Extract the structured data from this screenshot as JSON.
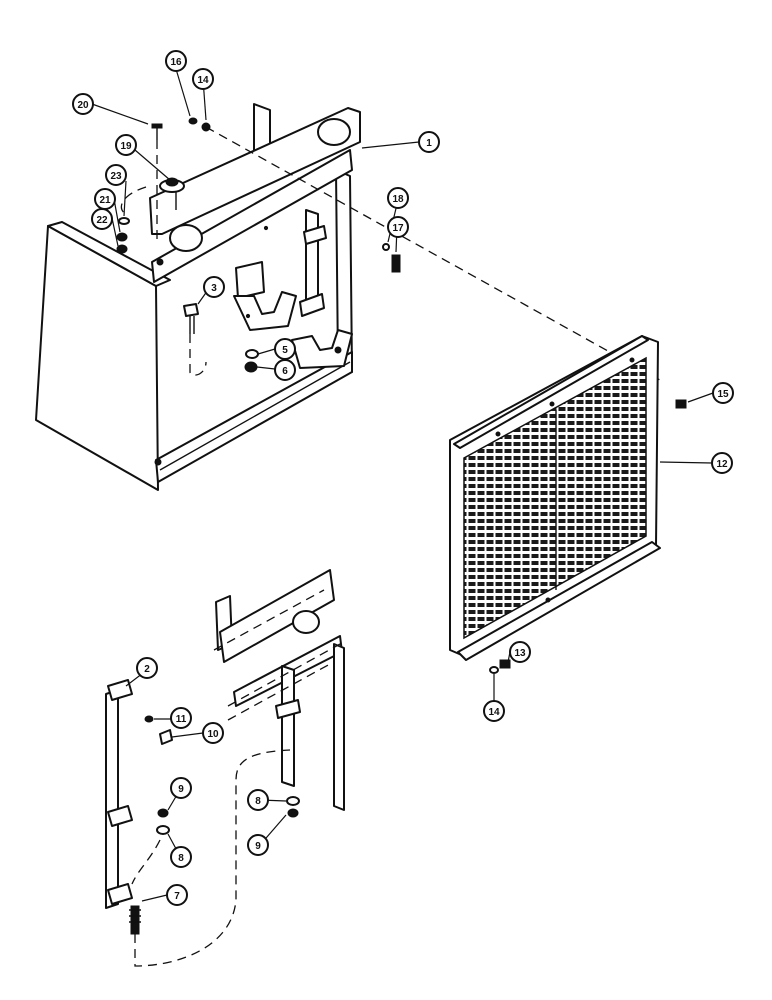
{
  "callouts": [
    {
      "id": "c1",
      "label": "1"
    },
    {
      "id": "c2",
      "label": "2"
    },
    {
      "id": "c3",
      "label": "3"
    },
    {
      "id": "c5",
      "label": "5"
    },
    {
      "id": "c6",
      "label": "6"
    },
    {
      "id": "c7",
      "label": "7"
    },
    {
      "id": "c8a",
      "label": "8"
    },
    {
      "id": "c8b",
      "label": "8"
    },
    {
      "id": "c9a",
      "label": "9"
    },
    {
      "id": "c9b",
      "label": "9"
    },
    {
      "id": "c10",
      "label": "10"
    },
    {
      "id": "c11",
      "label": "11"
    },
    {
      "id": "c12",
      "label": "12"
    },
    {
      "id": "c13",
      "label": "13"
    },
    {
      "id": "c14a",
      "label": "14"
    },
    {
      "id": "c14b",
      "label": "14"
    },
    {
      "id": "c15",
      "label": "15"
    },
    {
      "id": "c16",
      "label": "16"
    },
    {
      "id": "c17",
      "label": "17"
    },
    {
      "id": "c18",
      "label": "18"
    },
    {
      "id": "c19",
      "label": "19"
    },
    {
      "id": "c20",
      "label": "20"
    },
    {
      "id": "c21",
      "label": "21"
    },
    {
      "id": "c22",
      "label": "22"
    },
    {
      "id": "c23",
      "label": "23"
    }
  ]
}
